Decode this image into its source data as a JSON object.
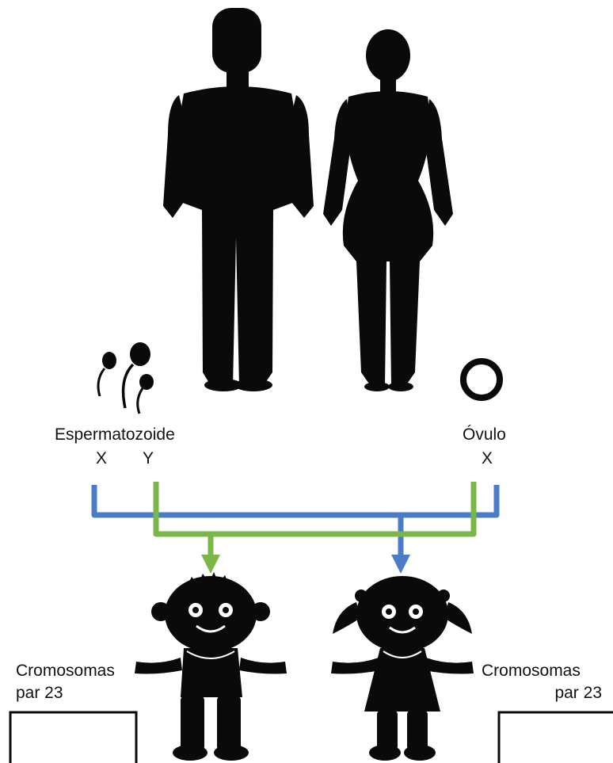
{
  "labels": {
    "sperm": "Espermatozoide",
    "sperm_x": "X",
    "sperm_y": "Y",
    "ovum": "Óvulo",
    "ovum_x": "X",
    "left_box_line1": "Cromosomas",
    "left_box_line2": "par 23",
    "right_box_line1": "Cromosomas",
    "right_box_line2": "par 23"
  },
  "colors": {
    "silhouette": "#0a0a0a",
    "x_path": "#4a7cc7",
    "y_path": "#7ab648"
  },
  "icons": [
    "man-silhouette-icon",
    "woman-silhouette-icon",
    "sperm-icon",
    "ovum-icon",
    "boy-icon",
    "girl-icon"
  ]
}
